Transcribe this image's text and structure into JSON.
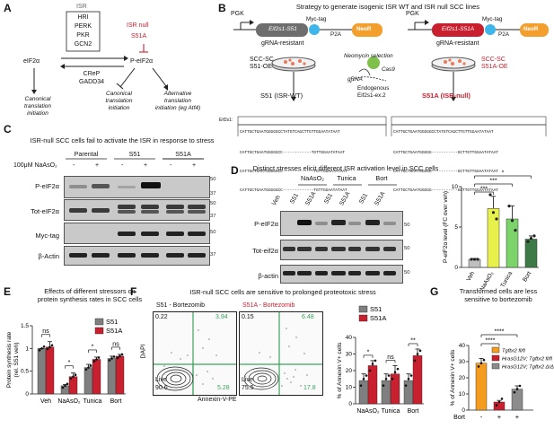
{
  "panel_letters": {
    "A": "A",
    "B": "B",
    "C": "C",
    "D": "D",
    "E": "E",
    "F": "F",
    "G": "G"
  },
  "panelA": {
    "isr_label": "ISR",
    "kinases": [
      "HRI",
      "PERK",
      "PKR",
      "GCN2"
    ],
    "isr_null": "ISR null",
    "s51a": "S51A",
    "eif2a": "eIF2α",
    "p_eif2a": "P-eIF2α",
    "phosphatases": [
      "CReP",
      "GADD34"
    ],
    "canonical_left": "Canonical\ntranslation\ninitiation",
    "canonical_mid": "Canonical\ntranslation\ninitiation",
    "alternative": "Alternative\ntranslation\ninitiation (eg Atf4)"
  },
  "panelB": {
    "title": "Strategy to generate isogenic ISR WT and ISR null SCC lines",
    "pgk": "PGK",
    "myc": "Myc-tag",
    "p2a": "P2A",
    "neor": "NeoR",
    "gene_wt": "Eif2s1-S51",
    "gene_mut": "Eif2s1-S51A",
    "grna_resistant": "gRNA-resistant",
    "scc_wt": "SCC-SC\nS51-OE",
    "scc_mut": "SCC-SC\nS51A-OE",
    "neo_sel": "Neomycin selection",
    "cas9": "Cas9",
    "grna": "gRNA",
    "endogenous": "Endogenous\nEif2s1-ex.2",
    "s51_wt": "S51 (ISR-WT)",
    "s51a_null": "S51A (ISR-null)",
    "eif2s1_label": "Eif2s1:",
    "seq_left": [
      "CATTGCTGAATGGGGGCCTATGTCAGCTTGTTGGAATATAAT",
      "CATTGCTGAATGGGGGCC------------TGTTGGAATATAAT",
      "CATTGCTGAATGGGGGCC-------------TGTTGGAATATAAT",
      "CATTGCTGAATGGGGGCC-------------TGTTGGAATATAAT"
    ],
    "seq_right": [
      "CATTGCTGAATGGGGGCCTATGTCAGCTTGTTGGAATATAAT",
      "CATTGCTGAATGGGGG-----------GCTTGTTGGAATATAAT",
      "CATTGCTGAATGGGGG-----------GCTTGTTGGAATATAAT",
      "CATTGCTGAATGGGGG-----------GCTTGTTGGAATATAAT"
    ]
  },
  "panelC": {
    "title": "ISR-null SCC cells fail to activate the ISR in response to stress",
    "groups": [
      "Parental",
      "S51",
      "S51A"
    ],
    "treatment": "100μM NaAsO₂",
    "signs": [
      "-",
      "+",
      "-",
      "+",
      "-",
      "+"
    ],
    "rows": [
      "P-eIF2α",
      "Tot-eIF2α",
      "Myc-tag",
      "β-Actin"
    ],
    "mw": [
      [
        "50",
        "37"
      ],
      [
        "50",
        "37"
      ],
      [
        "50"
      ],
      [
        "37"
      ]
    ]
  },
  "panelD": {
    "title": "Distinct stresses elicit different ISR activation level in SCC cells",
    "groups": [
      "NaAsO₂",
      "Tunica",
      "Bort"
    ],
    "lanes": [
      "Veh",
      "S51",
      "S51A",
      "S51",
      "S51A",
      "S51",
      "S51A"
    ],
    "rows": [
      "P-eIF2α",
      "Tot-eif2α",
      "β-actin"
    ],
    "mw": [
      "50",
      "50",
      "50"
    ]
  },
  "chartD": {
    "type": "bar",
    "categories": [
      "Veh",
      "NaAsO₂",
      "Tunica",
      "Bort"
    ],
    "values": [
      1.0,
      7.3,
      6.0,
      3.5
    ],
    "errors": [
      0.1,
      1.5,
      1.6,
      0.4
    ],
    "points": [
      [
        1.0,
        1.0,
        1.0
      ],
      [
        9.0,
        6.8,
        6.0
      ],
      [
        7.6,
        5.8,
        4.6
      ],
      [
        3.2,
        3.6,
        3.9
      ]
    ],
    "colors": [
      "#bfbfbf",
      "#e8f04c",
      "#7bd36a",
      "#3d7a47"
    ],
    "ylabel": "P-eIF2α level (FC over veh)",
    "ylim": [
      0,
      10
    ],
    "yticks": [
      0,
      5,
      10
    ],
    "sig": [
      "***",
      "***",
      "*"
    ]
  },
  "chartE": {
    "type": "bar",
    "title": "Effects of different stressors on\nprotein synthesis rates in SCC cells",
    "categories": [
      "Veh",
      "NaAsO₂",
      "Tunica",
      "Bort"
    ],
    "series": [
      {
        "name": "S51",
        "values": [
          1.0,
          0.18,
          0.58,
          0.78
        ],
        "errors": [
          0.0,
          0.03,
          0.07,
          0.05
        ],
        "color": "#7f7f7f"
      },
      {
        "name": "S51A",
        "values": [
          1.03,
          0.38,
          0.76,
          0.83
        ],
        "errors": [
          0.12,
          0.08,
          0.05,
          0.04
        ],
        "color": "#c8202f"
      }
    ],
    "ylabel": "Protein synthesis rate\n(rel. S51 veh)",
    "ylim": [
      0,
      1.5
    ],
    "yticks": [
      0,
      0.5,
      1.0,
      1.5
    ],
    "sig": [
      "ns",
      "*",
      "*",
      "ns"
    ]
  },
  "panelF": {
    "title": "ISR-null SCC cells are sensitive to prolonged proteotoxic stress",
    "facs_left": {
      "title": "S51 - Bortezomib",
      "ul": "0.22",
      "ur": "3.94",
      "live_label": "Live",
      "live": "90.6",
      "lr": "5.28"
    },
    "facs_right": {
      "title": "S51A - Bortezomib",
      "ul": "0.15",
      "ur": "6.48",
      "live_label": "Live",
      "live": "75.5",
      "lr": "17.8"
    },
    "xlabel": "Annexin-V-PE",
    "ylabel": "DAPI"
  },
  "chartF": {
    "type": "bar",
    "categories": [
      "NaAsO₂",
      "Tunica",
      "Bort"
    ],
    "series": [
      {
        "name": "S51",
        "values": [
          14,
          14,
          14
        ],
        "errors": [
          4,
          4,
          4
        ],
        "color": "#7f7f7f"
      },
      {
        "name": "S51A",
        "values": [
          23,
          18,
          29
        ],
        "errors": [
          3,
          5,
          4
        ],
        "color": "#c8202f"
      }
    ],
    "ylabel": "% of Annexin V+ cells",
    "ylim": [
      0,
      40
    ],
    "yticks": [
      0,
      10,
      20,
      30,
      40
    ],
    "sig": [
      "*",
      "ns",
      "**"
    ]
  },
  "chartG": {
    "type": "bar",
    "title": "Transformed cells are less\nsensitive to bortezomib",
    "categories": [
      "-",
      "+",
      "+"
    ],
    "bort_label": "Bort",
    "legend": [
      "Tgfbr2 fl/fl",
      "HrasG12V; Tgfbr2 fl/fl",
      "HrasG12V; Tgfbr2 Δ/Δ"
    ],
    "values": [
      29,
      5,
      13
    ],
    "errors": [
      3,
      1,
      2
    ],
    "colors": [
      "#f39c1f",
      "#c8202f",
      "#8c8c8c"
    ],
    "ylabel": "% of Annexin V+ cells",
    "ylim": [
      0,
      40
    ],
    "yticks": [
      0,
      10,
      20,
      30,
      40
    ],
    "sig": [
      "****",
      "****"
    ]
  }
}
